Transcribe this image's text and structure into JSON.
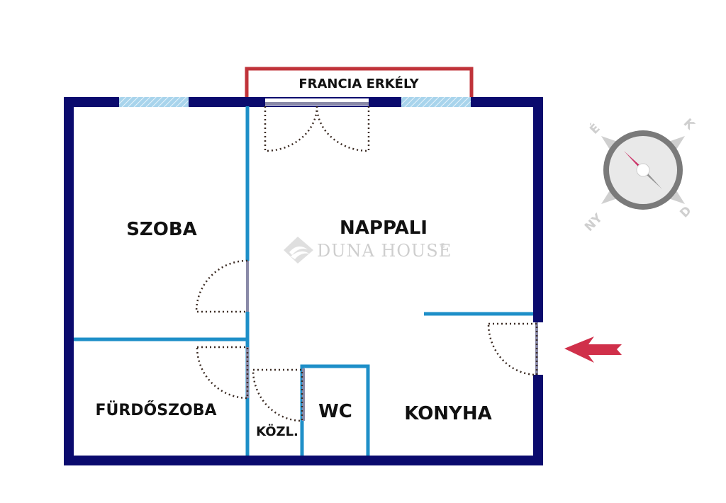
{
  "rooms": {
    "szoba": "SZOBA",
    "nappali": "NAPPALI",
    "furdoszoba": "FÜRDŐSZOBA",
    "kozl": "KÖZL.",
    "wc": "WC",
    "konyha": "KONYHA"
  },
  "balcony": {
    "label": "FRANCIA ERKÉLY"
  },
  "watermark": {
    "text": "DUNA HOUSE",
    "mark": "®"
  },
  "compass": {
    "north": "É",
    "east": "K",
    "south": "D",
    "west": "NY"
  },
  "entrance": {
    "icon": "entrance-arrow-icon"
  },
  "colors": {
    "outer_wall": "#0b0b6e",
    "inner_wall": "#1e8fc8",
    "balcony": "#c0333a",
    "window": "#a8d4ec",
    "door_swing": "#3a2a22",
    "arrow": "#d0304a",
    "compass_ring": "#7a7a7a",
    "needle_north": "#c8205a"
  }
}
